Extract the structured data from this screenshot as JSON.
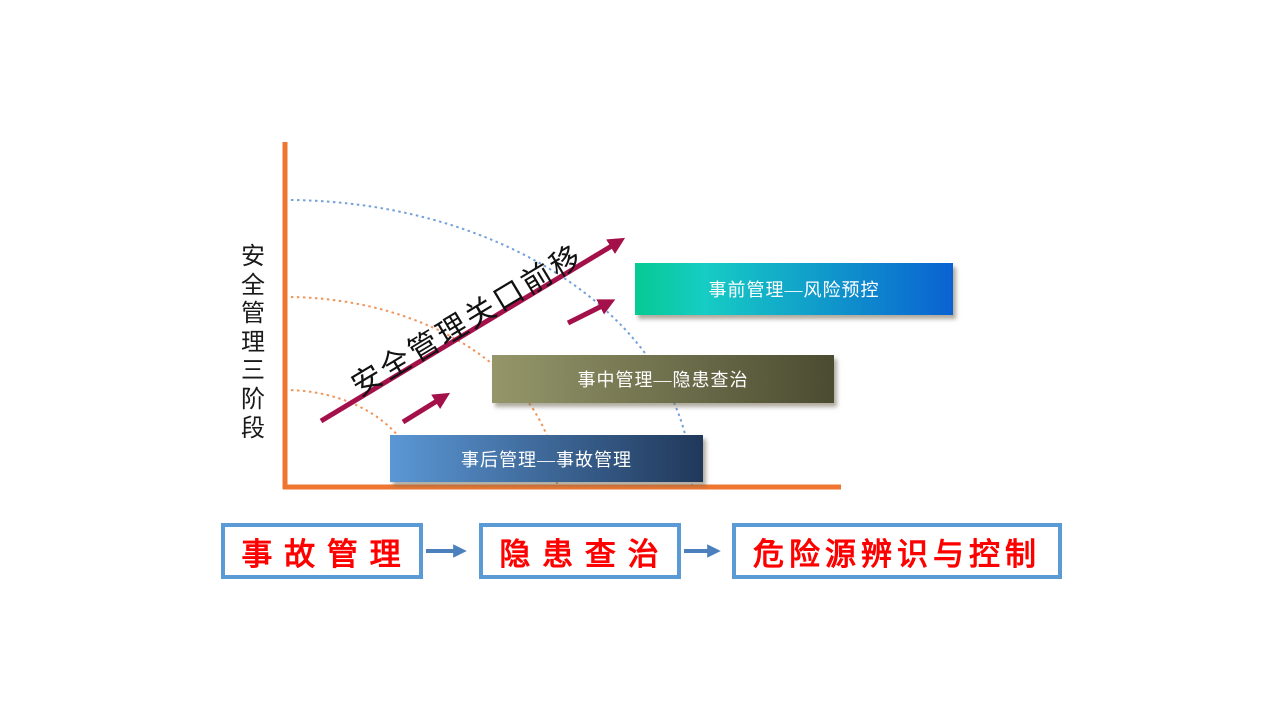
{
  "axis": {
    "label": "安全管理三阶段",
    "color": "#EE7630"
  },
  "arrow_label": "安全管理关口前移",
  "bars": [
    {
      "id": "pre",
      "label": "事前管理—风险预控",
      "gradient_start": "#05CA93",
      "gradient_mid": "#16CCC4",
      "gradient_end": "#0A62D2",
      "text_color": "#FFFFFF"
    },
    {
      "id": "mid",
      "label": "事中管理—隐患查治",
      "gradient_start": "#95976A",
      "gradient_end": "#4B4B31",
      "text_color": "#FFFFFF"
    },
    {
      "id": "post",
      "label": "事后管理—事故管理",
      "gradient_start": "#5B97D5",
      "gradient_end": "#20385A",
      "text_color": "#FFFFFF"
    }
  ],
  "flow": {
    "steps": [
      {
        "label": "事 故 管 理"
      },
      {
        "label": "隐 患 查 治"
      },
      {
        "label": "危险源辨识与控制"
      }
    ],
    "text_color": "#FF0000",
    "border_color": "#5B9BD5",
    "connector_color": "#4C7FBE"
  },
  "colors": {
    "main_arrow": "#A3104A",
    "arc_blue_dotted": "#74A1D8",
    "arc_orange_dotted": "#F0965A",
    "axis_orange": "#EE7630",
    "background": "#FFFFFF"
  }
}
